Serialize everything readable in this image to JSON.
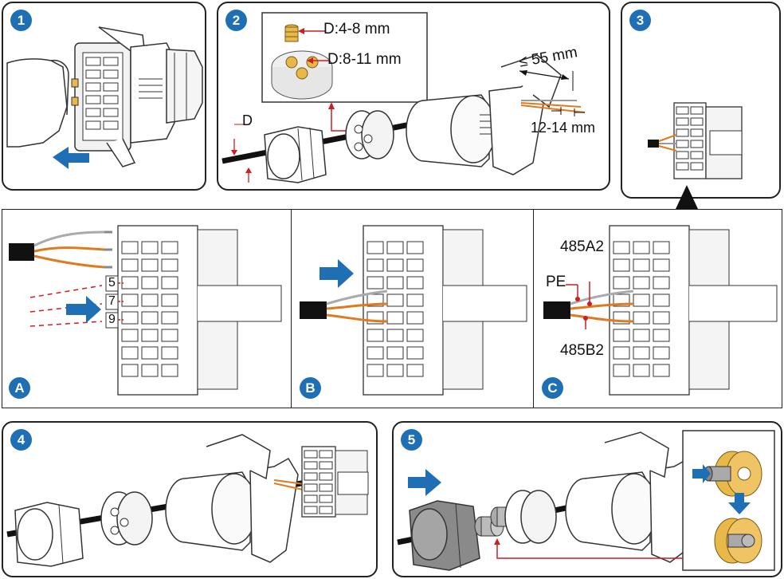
{
  "steps": {
    "s1": "1",
    "s2": "2",
    "s3": "3",
    "s4": "4",
    "s5": "5"
  },
  "substeps": {
    "a": "A",
    "b": "B",
    "c": "C"
  },
  "step2": {
    "seal_small": "D:4-8 mm",
    "seal_large": "D:8-11 mm",
    "strip_length": "≤ 55 mm",
    "wire_strip": "12-14 mm",
    "dim_d": "D"
  },
  "stepA": {
    "terminal_5": "5",
    "terminal_7": "7",
    "terminal_9": "9"
  },
  "stepC": {
    "label_485a2": "485A2",
    "label_pe": "PE",
    "label_485b2": "485B2"
  },
  "colors": {
    "badge_blue": "#1f6fb4",
    "arrow_blue": "#1f6fb4",
    "callout_red": "#cc1f1f",
    "wire_orange": "#e07a1f",
    "seal_yellow": "#e9b84a"
  }
}
